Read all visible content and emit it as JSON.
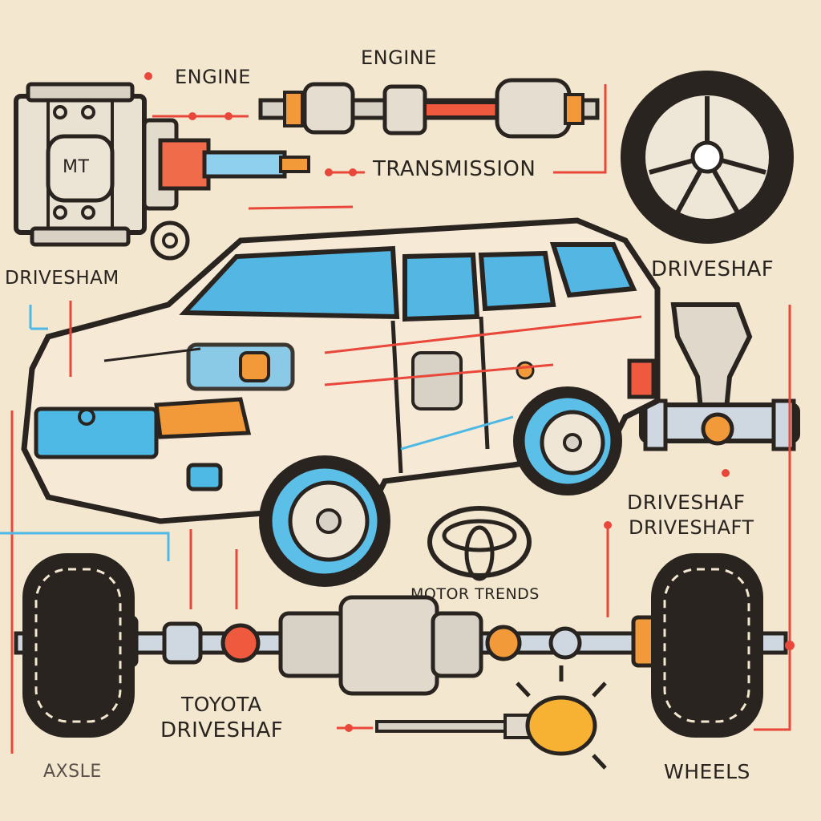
{
  "labels": {
    "engine_top": "ENGINE",
    "engine_left": "ENGINE",
    "transmission": "TRANSMISSION",
    "driveshaft_left": "DRIVESHAM",
    "driveshaft_right": "DRIVESHAF",
    "driveshaft_mid_1": "DRIVESHAF",
    "driveshaft_mid_2": "DRIVESHAFT",
    "brand_caption": "MOTOR TRENDS",
    "toyota_line1": "TOYOTA",
    "toyota_line2": "DRIVESHAF",
    "axle": "AXSLE",
    "wheels": "WHEELS",
    "transmission_badge": "MT"
  },
  "colors": {
    "background": "#f3e7cf",
    "outline": "#2a2420",
    "accent_red": "#e8473a",
    "accent_blue": "#4fb9e6",
    "accent_orange": "#f29a3a",
    "tire": "#2a2420"
  }
}
